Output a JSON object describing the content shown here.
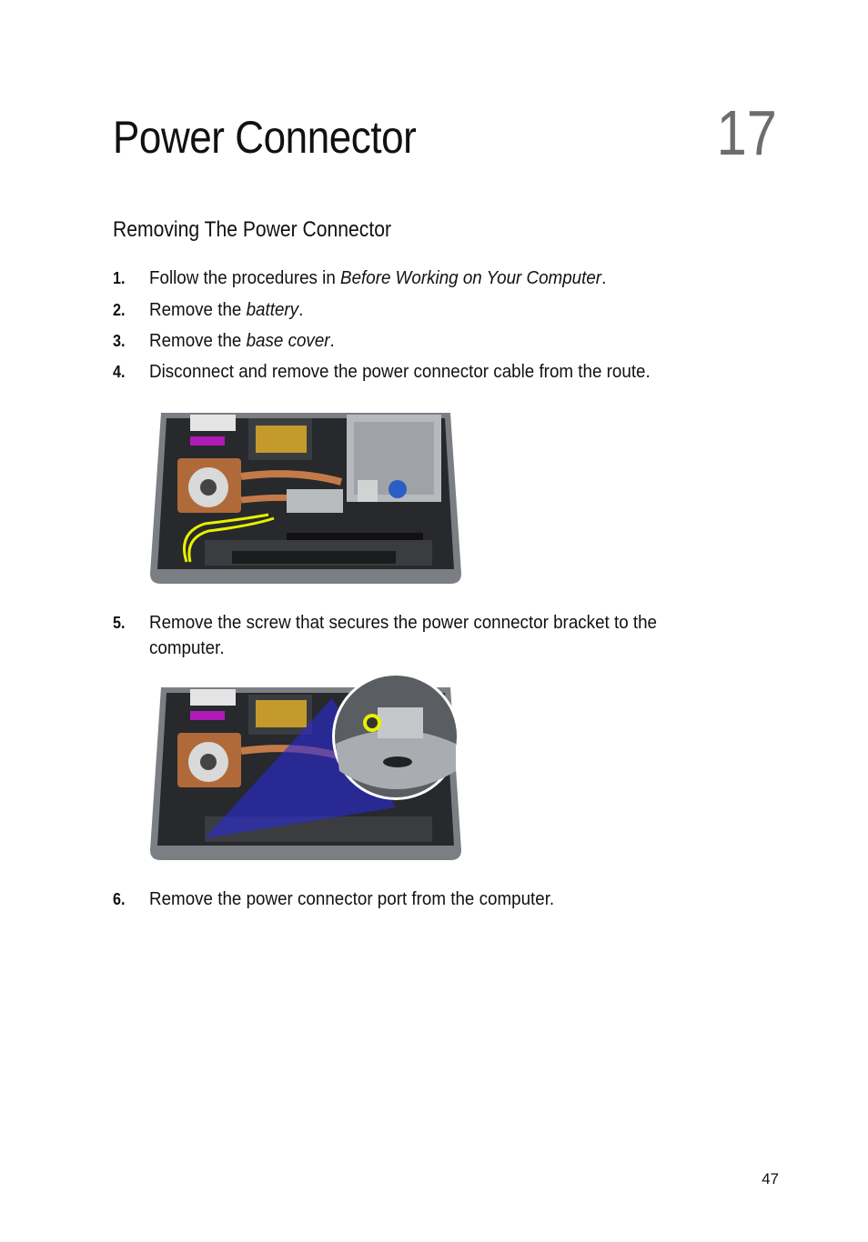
{
  "chapter": {
    "title": "Power Connector",
    "number": "17"
  },
  "section": {
    "title": "Removing The Power Connector"
  },
  "steps": [
    {
      "num": "1.",
      "before": "Follow the procedures in ",
      "link": "Before Working on Your Computer",
      "after": "."
    },
    {
      "num": "2.",
      "before": "Remove the ",
      "link": "battery",
      "after": "."
    },
    {
      "num": "3.",
      "before": "Remove the ",
      "link": "base cover",
      "after": "."
    },
    {
      "num": "4.",
      "text": "Disconnect and remove the power connector cable from the route."
    },
    {
      "num": "5.",
      "text": "Remove the screw that secures the power connector bracket to the computer."
    },
    {
      "num": "6.",
      "text": "Remove the power connector port from the computer."
    }
  ],
  "figures": [
    {
      "name": "power-connector-cable-route-photo",
      "highlight": "#e8f000"
    },
    {
      "name": "power-connector-bracket-screw-photo",
      "highlight": "#2a2ad8"
    }
  ],
  "page_number": "47"
}
